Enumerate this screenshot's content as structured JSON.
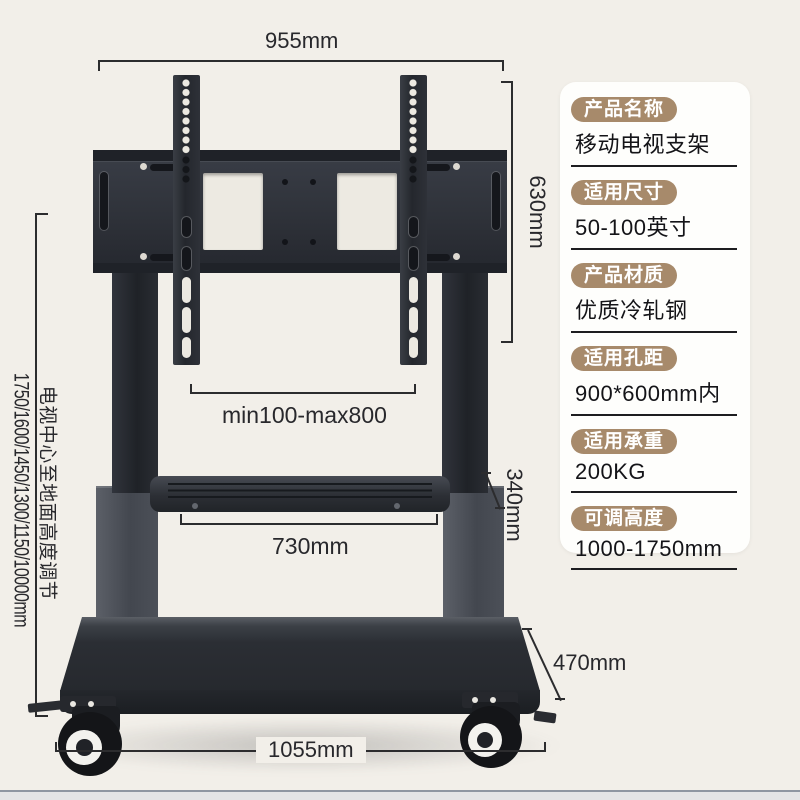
{
  "product": {
    "name": "移动电视支架"
  },
  "annotations": {
    "top_width": "955mm",
    "bracket_height": "630mm",
    "vesa_range": "min100-max800",
    "shelf_width": "730mm",
    "shelf_gap_height": "340mm",
    "base_depth": "470mm",
    "base_width": "1055mm",
    "height_adjust_label": "电视中心至地面高度调节",
    "height_adjust_values": "1750/1600/1450/1300/1150/10000mm"
  },
  "spec_panel": {
    "rows": [
      {
        "label": "产品名称",
        "value": "移动电视支架"
      },
      {
        "label": "适用尺寸",
        "value": "50-100英寸"
      },
      {
        "label": "产品材质",
        "value": "优质冷轧钢"
      },
      {
        "label": "适用孔距",
        "value": "900*600mm内"
      },
      {
        "label": "适用承重",
        "value": "200KG"
      },
      {
        "label": "可调高度",
        "value": "1000-1750mm"
      }
    ]
  },
  "colors": {
    "background": "#f2efe9",
    "panel_bg": "#fefefc",
    "pill_bg": "#a78a6b",
    "pill_text": "#ffffff",
    "text_dark": "#28282c",
    "metal_dark": "#26292e",
    "metal_light": "#4c5058"
  }
}
